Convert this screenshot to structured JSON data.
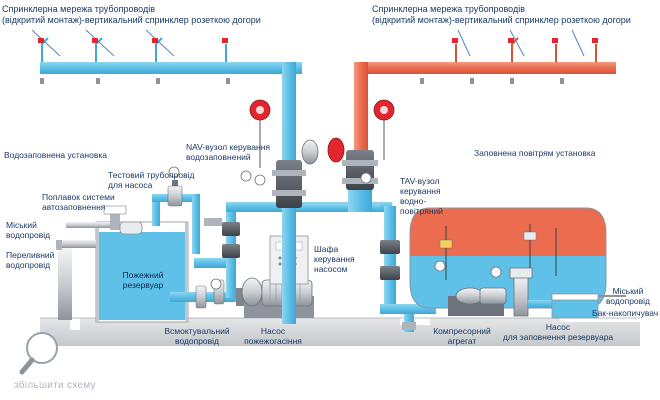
{
  "headings": {
    "left": [
      "Спринклерна мережа трубопроводів",
      "(відкритий монтаж)-вертикальний спринклер розеткою догори"
    ],
    "right": [
      "Спринклерна мережа трубопроводів",
      "(відкритий монтаж)-вертикальний спринклер розеткою догори"
    ]
  },
  "labels": {
    "water_filled": "Водозаповнена установка",
    "air_filled": "Заповнена повітрям установка",
    "nav_valve": [
      "NAV-вузол керування",
      "водозаповнений"
    ],
    "tav_valve": [
      "TAV-вузол",
      "керування",
      "водно-",
      "повітряний"
    ],
    "test_pipe": [
      "Тестовий трубопровід",
      "для насоса"
    ],
    "float": [
      "Поплавок системи",
      "автозаповнення"
    ],
    "city_water_left": [
      "Міський",
      "водопровід"
    ],
    "overflow": [
      "Переливний",
      "водопровід"
    ],
    "fire_reservoir": [
      "Пожежний",
      "резервуар"
    ],
    "control_cabinet": [
      "Шафа",
      "керування",
      "насосом"
    ],
    "suction_pipe": [
      "Всмоктувальний",
      "водопровід"
    ],
    "fire_pump": [
      "Насос",
      "пожежогасіння"
    ],
    "compressor": [
      "Компресорний",
      "агрегат"
    ],
    "fill_pump": [
      "Насос",
      "для заповнення резервуара"
    ],
    "city_water_right": [
      "Міський",
      "водопровід"
    ],
    "storage_tank": "Бак-накопичувач"
  },
  "zoom": {
    "label": "збільшити схему",
    "icon": "magnifier-icon"
  },
  "colors": {
    "water_pipe": "#69c7ea",
    "air_pipe": "#ec6c4f",
    "floor": "#d3d5d8",
    "text": "#1a3a66",
    "gauge_red": "#e3262d"
  }
}
